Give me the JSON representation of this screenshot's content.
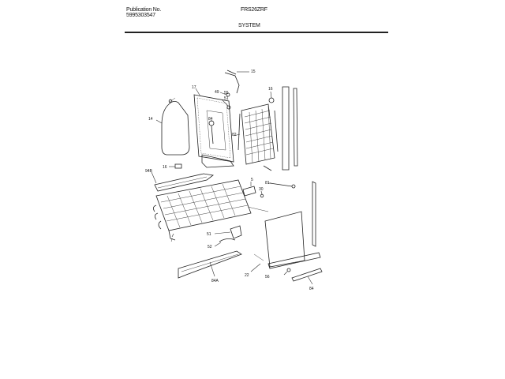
{
  "header": {
    "publication_label": "Publication No.",
    "publication_number": "5995303547",
    "model": "FRS26ZRF",
    "section": "SYSTEM"
  },
  "callouts": [
    "15",
    "17",
    "49",
    "51",
    "55",
    "84",
    "16",
    "14",
    "82",
    "16",
    "94B",
    "5",
    "81",
    "30",
    "7",
    "51",
    "52",
    "84A",
    "22",
    "56",
    "84"
  ]
}
